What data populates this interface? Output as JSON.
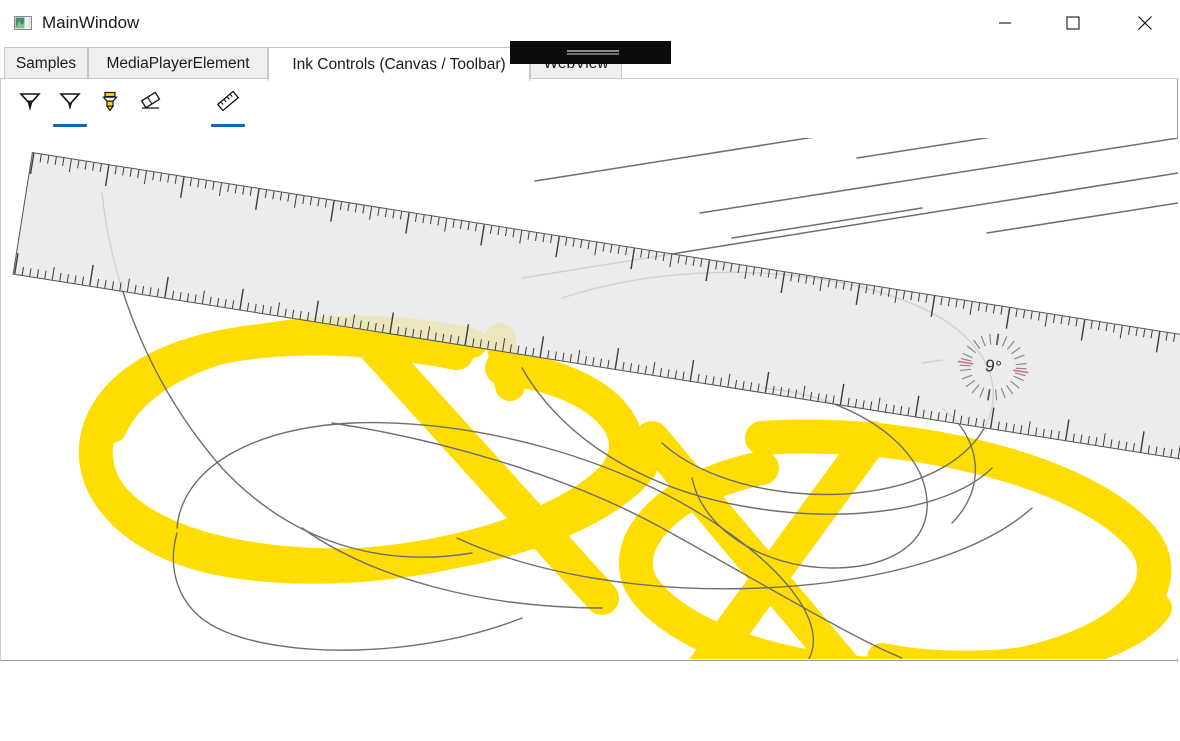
{
  "window": {
    "title": "MainWindow",
    "app_icon": "picture-icon",
    "controls": {
      "minimize": "minimize-icon",
      "maximize": "maximize-icon",
      "close": "close-icon"
    }
  },
  "tabs": [
    {
      "label": "Samples",
      "selected": false
    },
    {
      "label": "MediaPlayerElement",
      "selected": false
    },
    {
      "label": "Ink Controls (Canvas / Toolbar)",
      "selected": true
    },
    {
      "label": "WebView",
      "selected": false
    }
  ],
  "overlay": {
    "name": "black-flyout-overlay",
    "color": "#0c0c0c",
    "grip": "drag-handle"
  },
  "ink_toolbar": {
    "tools": [
      {
        "name": "ballpoint-pen",
        "label": "Ballpoint Pen",
        "selected": false,
        "color": "#1a1a1a"
      },
      {
        "name": "pencil",
        "label": "Pencil",
        "selected": true,
        "color": "#1a1a1a"
      },
      {
        "name": "highlighter",
        "label": "Highlighter",
        "selected": false,
        "color": "#ffdd00"
      },
      {
        "name": "eraser",
        "label": "Eraser",
        "selected": false,
        "color": "#1a1a1a"
      },
      {
        "name": "ruler",
        "label": "Ruler",
        "selected": true,
        "color": "#1a1a1a"
      }
    ],
    "selection_color": "#0b65c2"
  },
  "canvas": {
    "name": "ink-canvas",
    "background": "#ffffff",
    "highlighter_color": "#ffdd00",
    "pencil_color": "#6e6e6e"
  },
  "ruler": {
    "name": "ink-ruler",
    "angle_label": "9°",
    "angle_degrees": 9,
    "fill": "#e8e8e8",
    "edge": "#555555",
    "accent": "#e8717f"
  }
}
